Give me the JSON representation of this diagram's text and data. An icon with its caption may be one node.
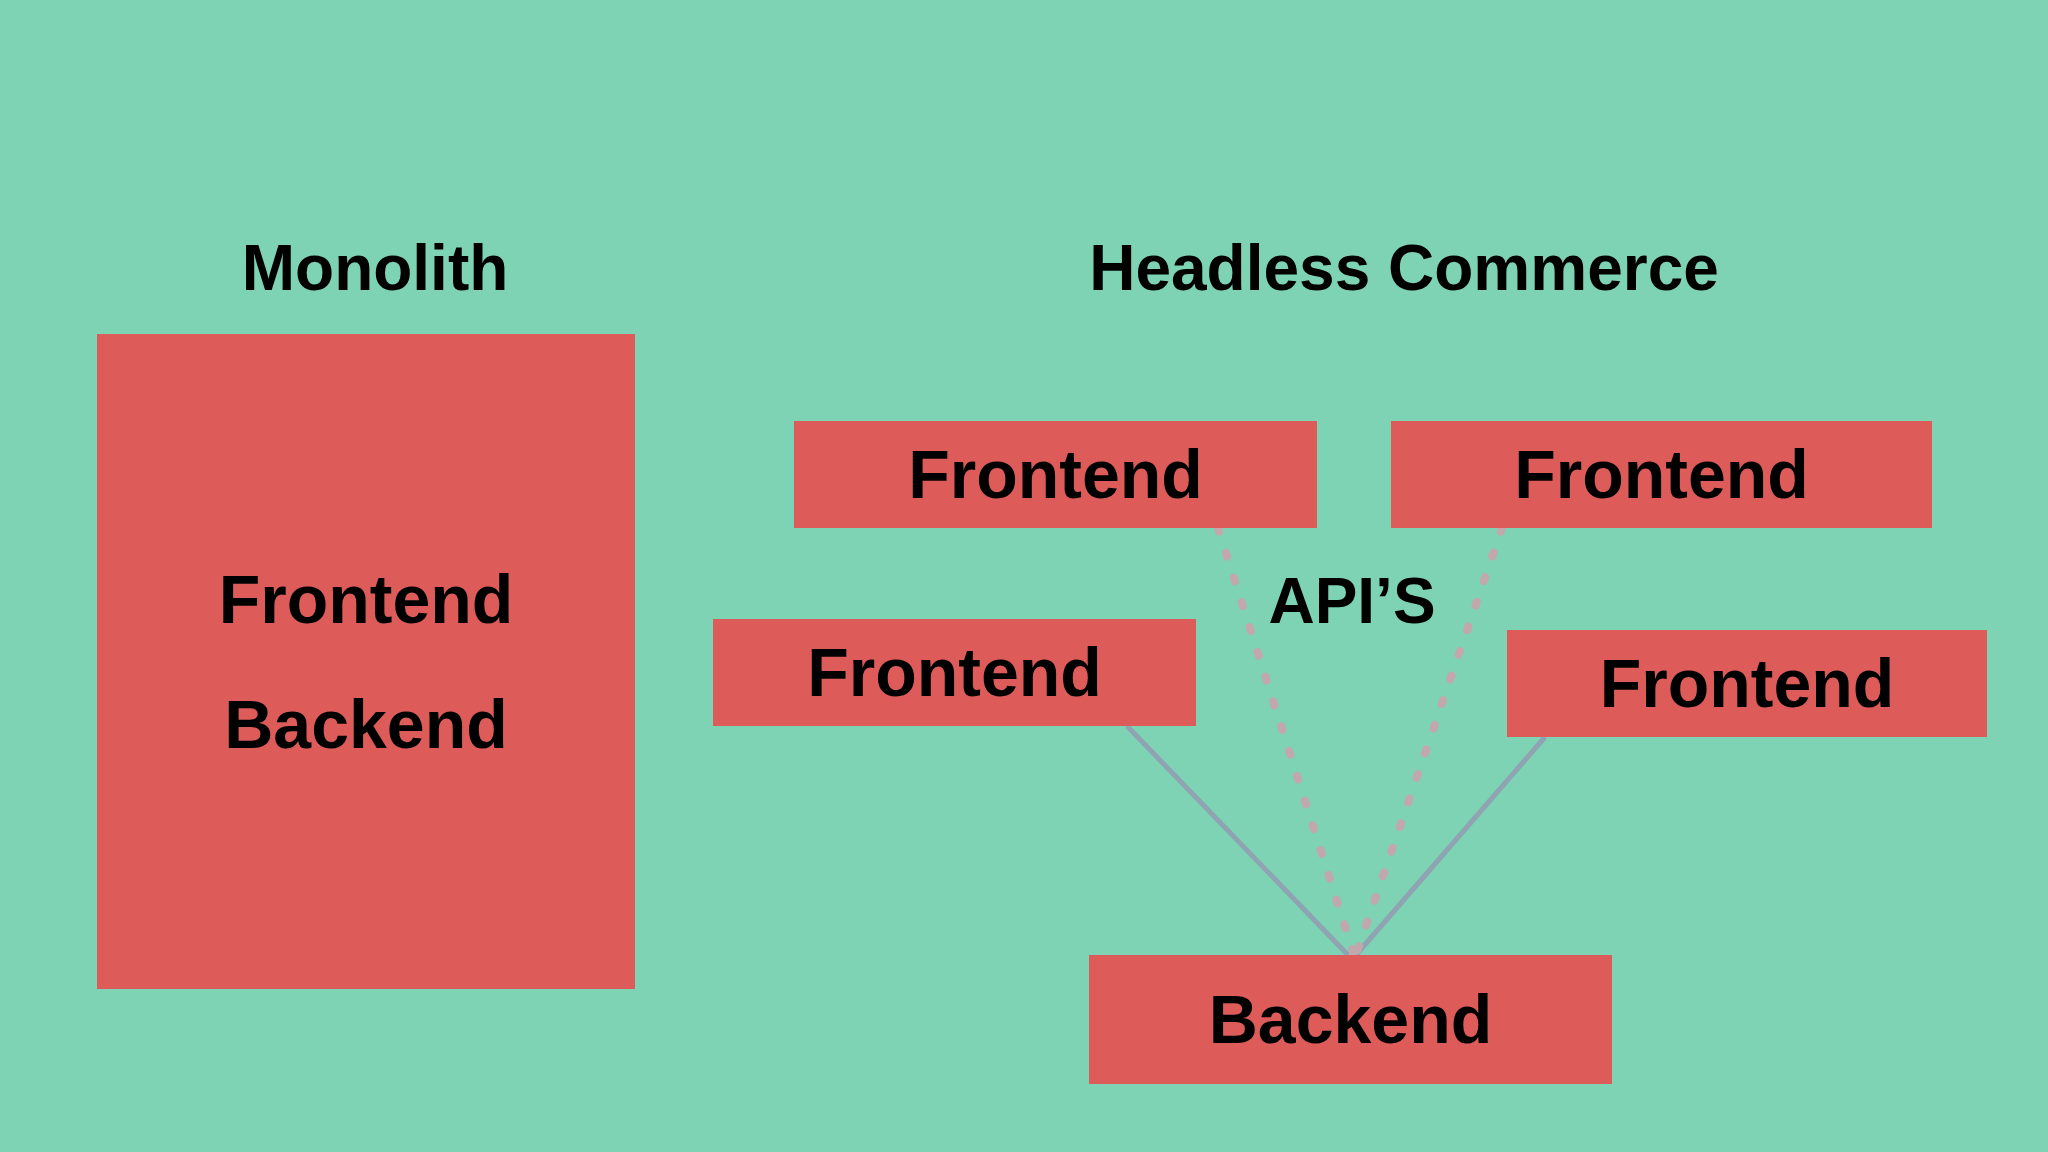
{
  "diagram": {
    "nodes": [
      {
        "text": [
          "Frontend",
          "Backend"
        ]
      },
      {
        "text": [
          "Frontend"
        ]
      },
      {
        "text": [
          "Frontend"
        ]
      },
      {
        "text": [
          "Frontend"
        ]
      },
      {
        "text": [
          "Frontend"
        ]
      },
      {
        "text": [
          "Backend"
        ]
      }
    ],
    "edges": [
      {
        "from": 3,
        "to": 5,
        "arrow": "none"
      },
      {
        "from": 4,
        "to": 5,
        "arrow": "none"
      },
      {
        "from": 1,
        "to": 5,
        "arrow": "none",
        "style": "dashed"
      },
      {
        "from": 2,
        "to": 5,
        "arrow": "none",
        "style": "dashed"
      }
    ],
    "labels": [
      "Monolith",
      "Headless Commerce",
      "API’S"
    ]
  }
}
